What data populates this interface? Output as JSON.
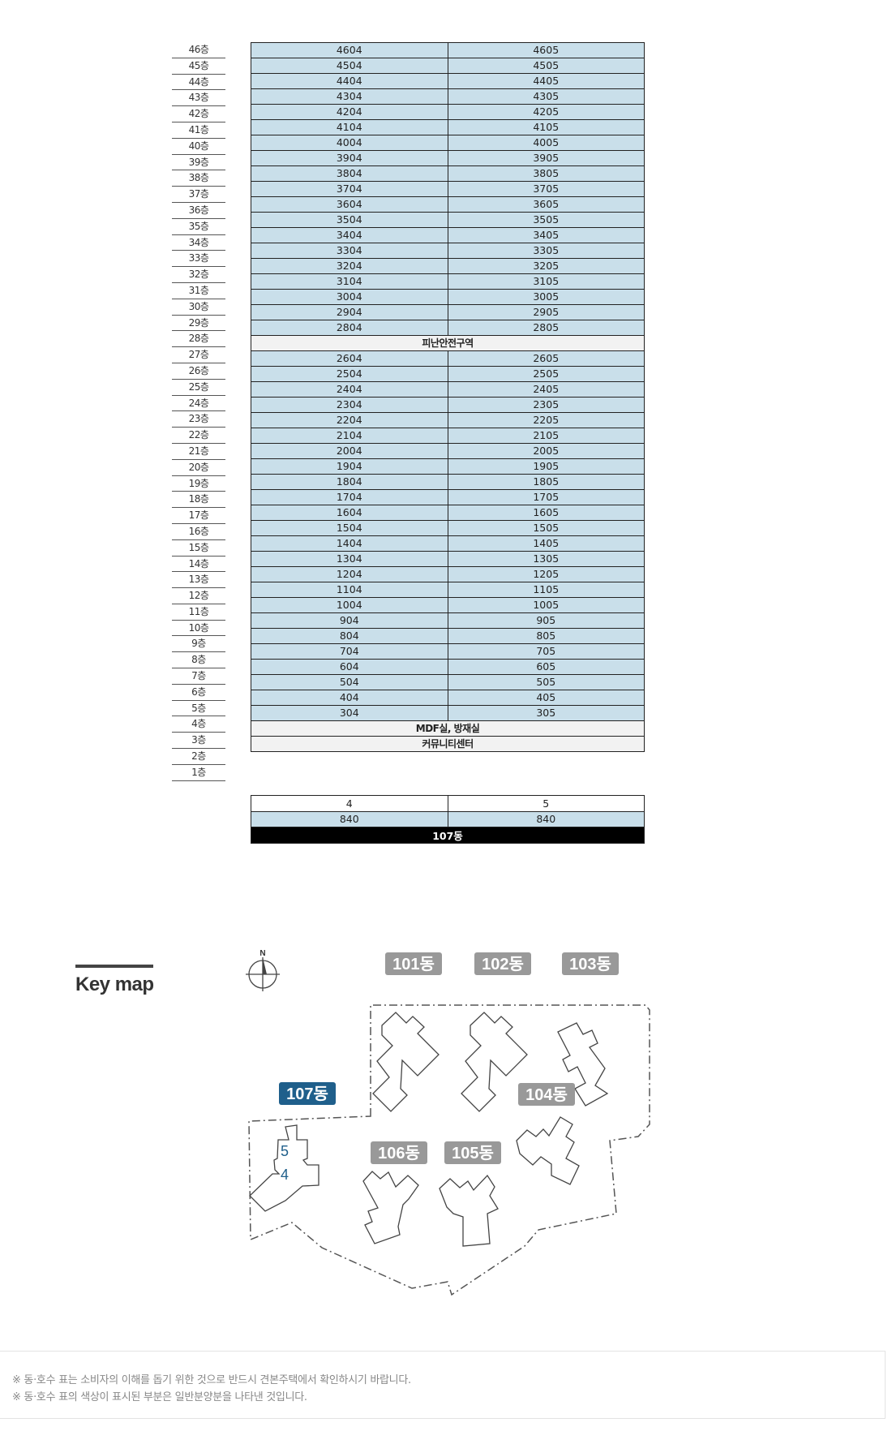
{
  "floors": [
    "46층",
    "45층",
    "44층",
    "43층",
    "42층",
    "41층",
    "40층",
    "39층",
    "38층",
    "37층",
    "36층",
    "35층",
    "34층",
    "33층",
    "32층",
    "31층",
    "30층",
    "29층",
    "28층",
    "27층",
    "26층",
    "25층",
    "24층",
    "23층",
    "22층",
    "21층",
    "20층",
    "19층",
    "18층",
    "17층",
    "16층",
    "15층",
    "14층",
    "13층",
    "12층",
    "11층",
    "10층",
    "9층",
    "8층",
    "7층",
    "6층",
    "5층",
    "4층",
    "3층",
    "2층",
    "1층"
  ],
  "rows": [
    {
      "type": "unit",
      "cells": [
        "4604",
        "4605"
      ]
    },
    {
      "type": "unit",
      "cells": [
        "4504",
        "4505"
      ]
    },
    {
      "type": "unit",
      "cells": [
        "4404",
        "4405"
      ]
    },
    {
      "type": "unit",
      "cells": [
        "4304",
        "4305"
      ]
    },
    {
      "type": "unit",
      "cells": [
        "4204",
        "4205"
      ]
    },
    {
      "type": "unit",
      "cells": [
        "4104",
        "4105"
      ]
    },
    {
      "type": "unit",
      "cells": [
        "4004",
        "4005"
      ]
    },
    {
      "type": "unit",
      "cells": [
        "3904",
        "3905"
      ]
    },
    {
      "type": "unit",
      "cells": [
        "3804",
        "3805"
      ]
    },
    {
      "type": "unit",
      "cells": [
        "3704",
        "3705"
      ]
    },
    {
      "type": "unit",
      "cells": [
        "3604",
        "3605"
      ]
    },
    {
      "type": "unit",
      "cells": [
        "3504",
        "3505"
      ]
    },
    {
      "type": "unit",
      "cells": [
        "3404",
        "3405"
      ]
    },
    {
      "type": "unit",
      "cells": [
        "3304",
        "3305"
      ]
    },
    {
      "type": "unit",
      "cells": [
        "3204",
        "3205"
      ]
    },
    {
      "type": "unit",
      "cells": [
        "3104",
        "3105"
      ]
    },
    {
      "type": "unit",
      "cells": [
        "3004",
        "3005"
      ]
    },
    {
      "type": "unit",
      "cells": [
        "2904",
        "2905"
      ]
    },
    {
      "type": "unit",
      "cells": [
        "2804",
        "2805"
      ]
    },
    {
      "type": "special",
      "label": "피난안전구역"
    },
    {
      "type": "unit",
      "cells": [
        "2604",
        "2605"
      ]
    },
    {
      "type": "unit",
      "cells": [
        "2504",
        "2505"
      ]
    },
    {
      "type": "unit",
      "cells": [
        "2404",
        "2405"
      ]
    },
    {
      "type": "unit",
      "cells": [
        "2304",
        "2305"
      ]
    },
    {
      "type": "unit",
      "cells": [
        "2204",
        "2205"
      ]
    },
    {
      "type": "unit",
      "cells": [
        "2104",
        "2105"
      ]
    },
    {
      "type": "unit",
      "cells": [
        "2004",
        "2005"
      ]
    },
    {
      "type": "unit",
      "cells": [
        "1904",
        "1905"
      ]
    },
    {
      "type": "unit",
      "cells": [
        "1804",
        "1805"
      ]
    },
    {
      "type": "unit",
      "cells": [
        "1704",
        "1705"
      ]
    },
    {
      "type": "unit",
      "cells": [
        "1604",
        "1605"
      ]
    },
    {
      "type": "unit",
      "cells": [
        "1504",
        "1505"
      ]
    },
    {
      "type": "unit",
      "cells": [
        "1404",
        "1405"
      ]
    },
    {
      "type": "unit",
      "cells": [
        "1304",
        "1305"
      ]
    },
    {
      "type": "unit",
      "cells": [
        "1204",
        "1205"
      ]
    },
    {
      "type": "unit",
      "cells": [
        "1104",
        "1105"
      ]
    },
    {
      "type": "unit",
      "cells": [
        "1004",
        "1005"
      ]
    },
    {
      "type": "unit",
      "cells": [
        "904",
        "905"
      ]
    },
    {
      "type": "unit",
      "cells": [
        "804",
        "805"
      ]
    },
    {
      "type": "unit",
      "cells": [
        "704",
        "705"
      ]
    },
    {
      "type": "unit",
      "cells": [
        "604",
        "605"
      ]
    },
    {
      "type": "unit",
      "cells": [
        "504",
        "505"
      ]
    },
    {
      "type": "unit",
      "cells": [
        "404",
        "405"
      ]
    },
    {
      "type": "unit",
      "cells": [
        "304",
        "305"
      ]
    },
    {
      "type": "special",
      "label": "MDF실, 방재실"
    },
    {
      "type": "special",
      "label": "커뮤니티센터"
    }
  ],
  "summary": {
    "line_numbers": [
      "4",
      "5"
    ],
    "areas": [
      "840",
      "840"
    ],
    "building": "107동"
  },
  "keymap": {
    "title": "Key map",
    "north": "N",
    "buildings": {
      "b101": "101동",
      "b102": "102동",
      "b103": "103동",
      "b104": "104동",
      "b105": "105동",
      "b106": "106동",
      "b107": "107동"
    },
    "line_labels": [
      "5",
      "4"
    ],
    "colors": {
      "active": "#1f5f8b",
      "inactive": "#999999",
      "unit_fill": "#c9dfea"
    }
  },
  "notes": [
    "※ 동·호수 표는 소비자의 이해를 돕기 위한 것으로 반드시 견본주택에서 확인하시기 바랍니다.",
    "※ 동·호수 표의 색상이 표시된 부분은 일반분양분을 나타낸 것입니다."
  ]
}
